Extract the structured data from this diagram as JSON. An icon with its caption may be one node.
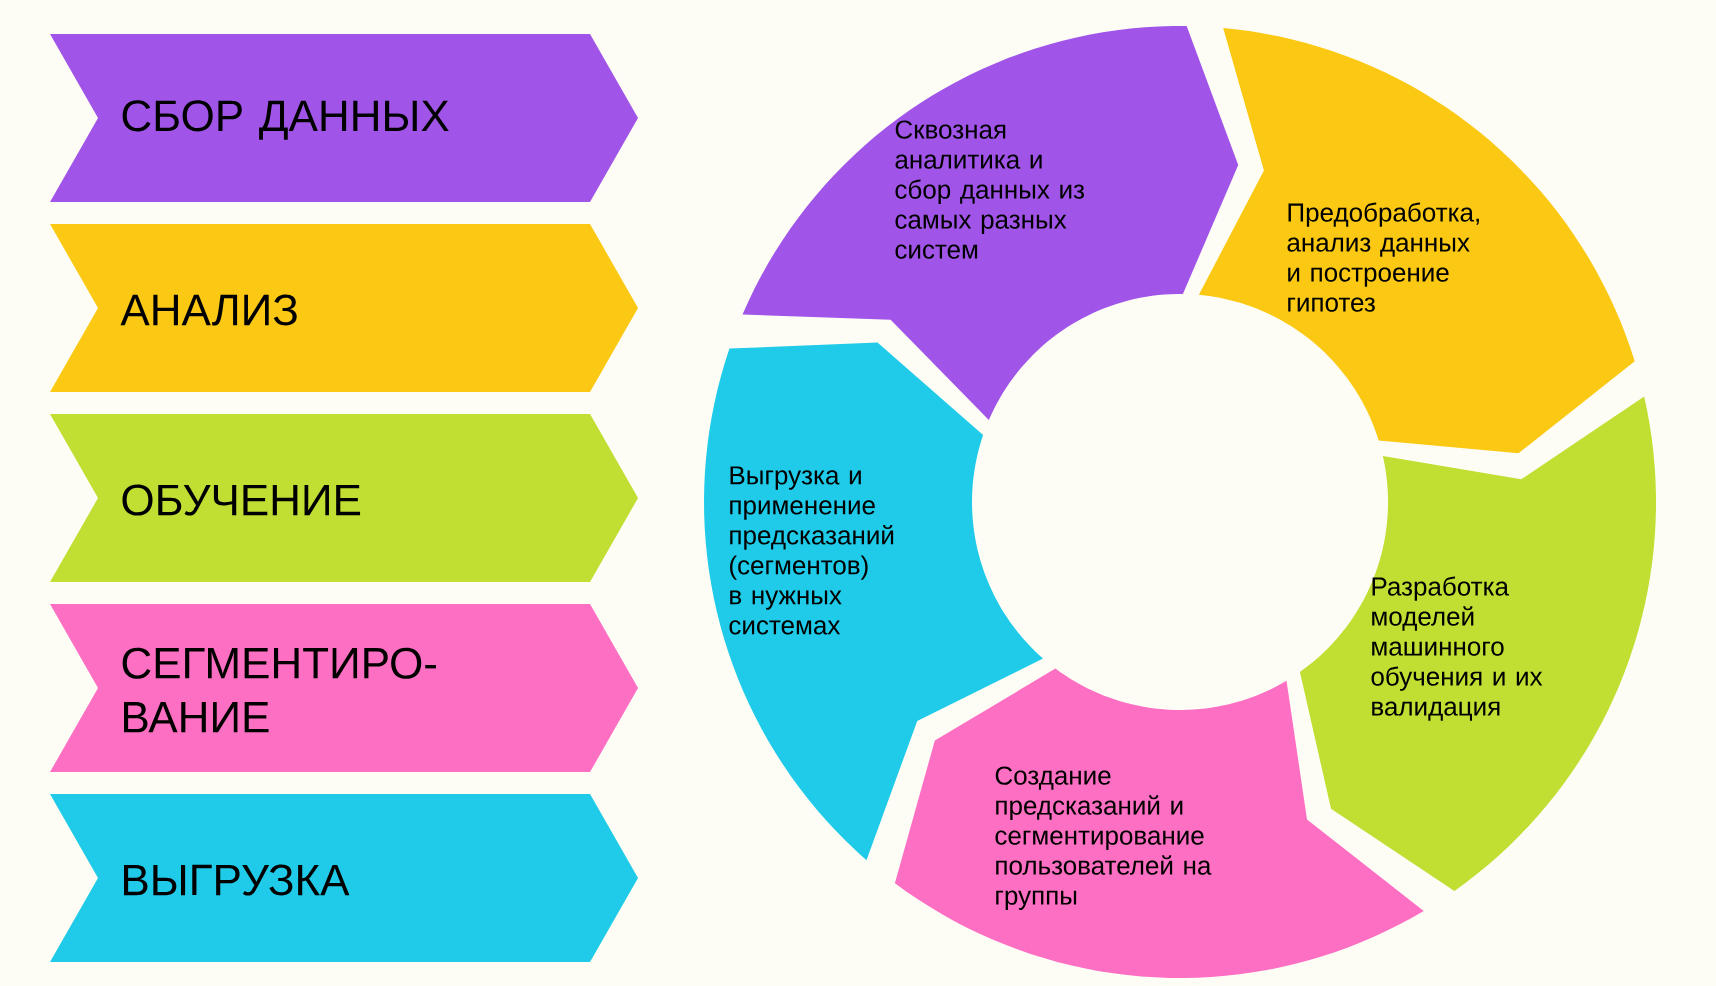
{
  "diagram": {
    "nodes": [
      {
        "text": [
          "СБОР ДАННЫХ"
        ]
      },
      {
        "text": [
          "АНАЛИЗ"
        ]
      },
      {
        "text": [
          "ОБУЧЕНИЕ"
        ]
      },
      {
        "text": [
          "СЕГМЕНТИРО- ВАНИЕ"
        ]
      },
      {
        "text": [
          "ВЫГРУЗКА"
        ]
      },
      {
        "text": [
          "Сквозная аналитика и сбор данных из самых разных систем"
        ]
      },
      {
        "text": [
          "Предобработка, анализ данных и построение гипотез"
        ]
      },
      {
        "text": [
          "Разработка моделей машинного обучения и их валидация"
        ]
      },
      {
        "text": [
          "Создание предсказаний и сегментирование пользователей на группы"
        ]
      },
      {
        "text": [
          "Выгрузка и применение предсказаний (сегментов) в нужных системах"
        ]
      }
    ],
    "edges": []
  }
}
